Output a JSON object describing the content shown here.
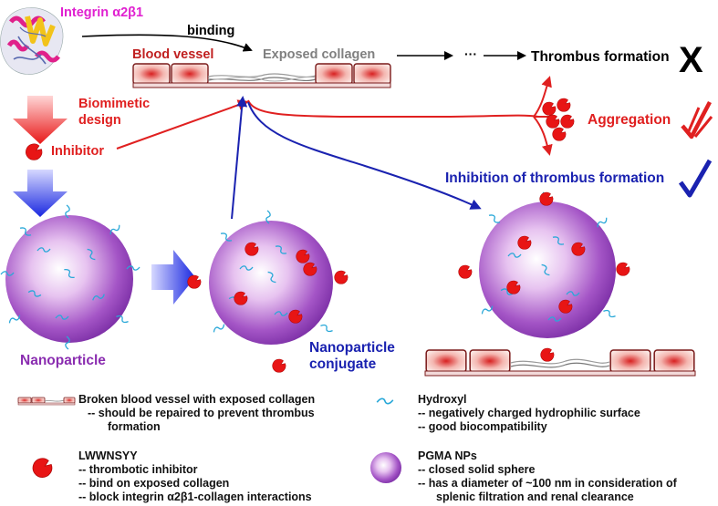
{
  "labels": {
    "integrin": "Integrin α2β1",
    "binding": "binding",
    "blood_vessel": "Blood vessel",
    "exposed_collagen": "Exposed collagen",
    "ellipsis": "···",
    "thrombus_formation": "Thrombus formation",
    "cross_mark": "X",
    "biomimetic": "Biomimetic",
    "design": "design",
    "inhibitor": "Inhibitor",
    "aggregation": "Aggregation",
    "inhibition": "Inhibition of thrombus formation",
    "nanoparticle": "Nanoparticle",
    "conjugate_1": "Nanoparticle",
    "conjugate_2": "conjugate"
  },
  "legend": {
    "vessel_1": "Broken blood vessel with exposed collagen",
    "vessel_2": "-- should be repaired to prevent thrombus",
    "vessel_3": "formation",
    "hydroxyl_1": "Hydroxyl",
    "hydroxyl_2": "-- negatively charged hydrophilic surface",
    "hydroxyl_3": "-- good biocompatibility",
    "peptide_1": "LWWNSYY",
    "peptide_2": "-- thrombotic inhibitor",
    "peptide_3": "-- bind on exposed collagen",
    "peptide_4": "-- block integrin α2β1-collagen interactions",
    "pgma_1": "PGMA NPs",
    "pgma_2": "-- closed solid sphere",
    "pgma_3": "-- has a diameter of ~100 nm in consideration of",
    "pgma_4": "splenic filtration and renal clearance"
  },
  "colors": {
    "magenta": "#e020d0",
    "red": "#e02020",
    "blue": "#1a22b0",
    "purple": "#8a2db0",
    "gray": "#808080",
    "hydroxyl": "#29a8d8"
  }
}
